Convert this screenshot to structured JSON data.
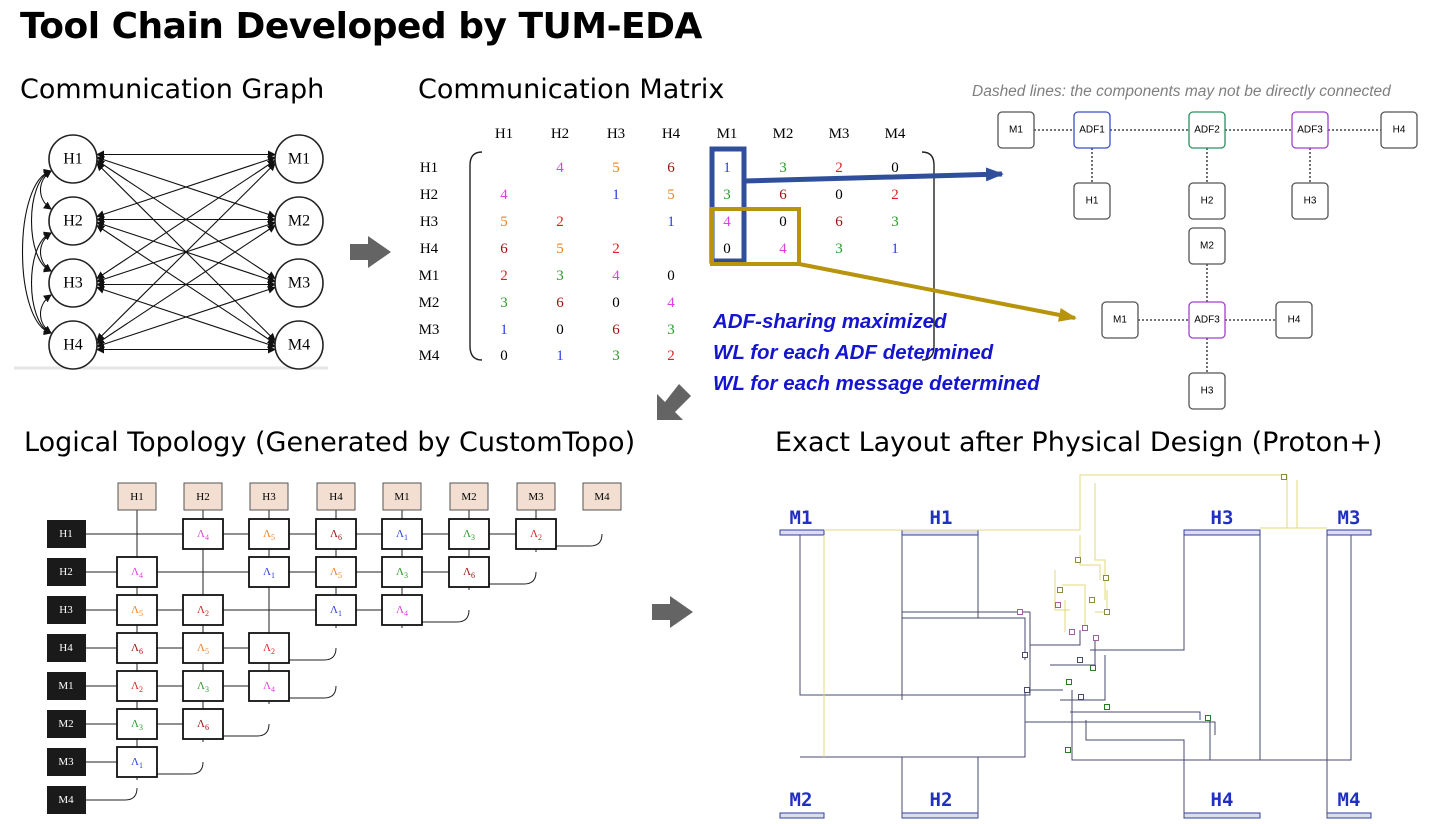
{
  "title": "Tool Chain Developed by TUM-EDA",
  "sections": {
    "graph": "Communication Graph",
    "matrix": "Communication Matrix",
    "topology": "Logical Topology (Generated by CustomTopo)",
    "layout": "Exact Layout after Physical Design (Proton+)"
  },
  "dashed_note": "Dashed lines: the components may not be directly connected",
  "claims": [
    "ADF-sharing maximized",
    "WL for each ADF determined",
    "WL for each message determined"
  ],
  "graph": {
    "left_nodes": [
      "H1",
      "H2",
      "H3",
      "H4"
    ],
    "right_nodes": [
      "M1",
      "M2",
      "M3",
      "M4"
    ]
  },
  "matrix": {
    "headers": [
      "H1",
      "H2",
      "H3",
      "H4",
      "M1",
      "M2",
      "M3",
      "M4"
    ],
    "rows": [
      {
        "label": "H1",
        "cells": [
          "",
          "4",
          "5",
          "6",
          "1",
          "3",
          "2",
          "0"
        ]
      },
      {
        "label": "H2",
        "cells": [
          "4",
          "",
          "1",
          "5",
          "3",
          "6",
          "0",
          "2"
        ]
      },
      {
        "label": "H3",
        "cells": [
          "5",
          "2",
          "",
          "1",
          "4",
          "0",
          "6",
          "3"
        ]
      },
      {
        "label": "H4",
        "cells": [
          "6",
          "5",
          "2",
          "",
          "0",
          "4",
          "3",
          "1"
        ]
      },
      {
        "label": "M1",
        "cells": [
          "2",
          "3",
          "4",
          "0",
          "",
          "",
          "",
          ""
        ]
      },
      {
        "label": "M2",
        "cells": [
          "3",
          "6",
          "0",
          "4",
          "",
          "",
          "",
          ""
        ]
      },
      {
        "label": "M3",
        "cells": [
          "1",
          "0",
          "6",
          "3",
          "",
          "",
          "",
          ""
        ]
      },
      {
        "label": "M4",
        "cells": [
          "0",
          "1",
          "3",
          "2",
          "",
          "",
          "",
          ""
        ]
      }
    ],
    "value_colors": {
      "0": "#000000",
      "1": "#2a3fe0",
      "2": "#e02020",
      "3": "#2a9a2a",
      "4": "#e040e0",
      "5": "#f08020",
      "6": "#a01010"
    }
  },
  "adf_top": {
    "row": [
      "M1",
      "ADF1",
      "ADF2",
      "ADF3",
      "H4"
    ],
    "below": [
      "H1",
      "H2",
      "H3"
    ],
    "adf_colors": [
      "#3a50c8",
      "#2a9060",
      "#a040d0"
    ]
  },
  "adf_bottom": {
    "top": "M2",
    "row": [
      "M1",
      "ADF3",
      "H4"
    ],
    "bottom": "H3"
  },
  "topology": {
    "columns": [
      "H1",
      "H2",
      "H3",
      "H4",
      "M1",
      "M2",
      "M3",
      "M4"
    ],
    "rows": [
      "H1",
      "H2",
      "H3",
      "H4",
      "M1",
      "M2",
      "M3",
      "M4"
    ],
    "lambda_symbol": "Λ",
    "cells": [
      [
        "",
        "4",
        "5",
        "6",
        "1",
        "3",
        "2"
      ],
      [
        "4",
        "",
        "1",
        "5",
        "3",
        "6"
      ],
      [
        "5",
        "2",
        "",
        "1",
        "4"
      ],
      [
        "6",
        "5",
        "2"
      ],
      [
        "2",
        "3",
        "4"
      ],
      [
        "3",
        "6"
      ],
      [
        "1"
      ]
    ]
  },
  "layout": {
    "top_labels": [
      "M1",
      "H1",
      "H3",
      "M3"
    ],
    "bottom_labels": [
      "M2",
      "H2",
      "H4",
      "M4"
    ]
  }
}
